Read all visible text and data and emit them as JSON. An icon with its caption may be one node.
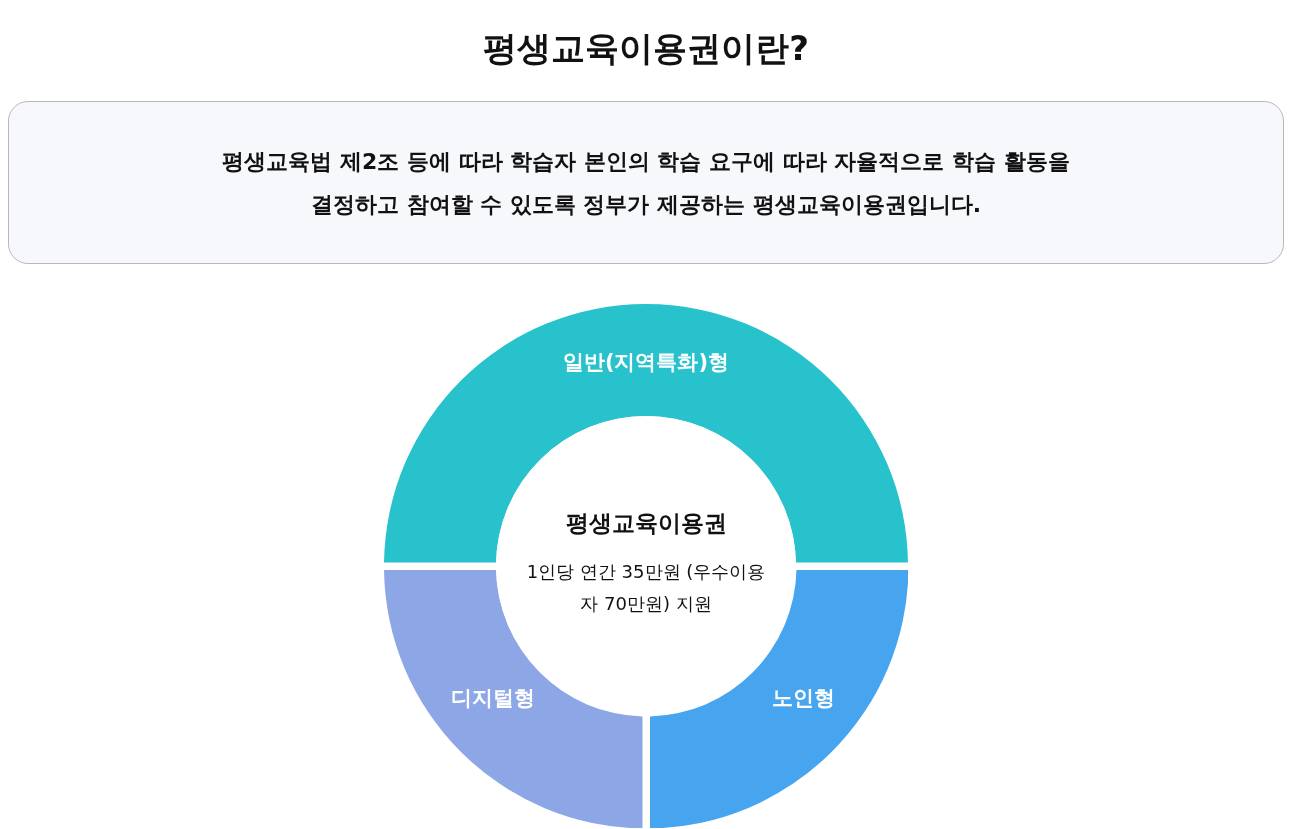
{
  "diagram": {
    "title": "평생교육이용권이란?",
    "nodes": [
      {
        "text": [
          "평생교육법 제2조 등에 따라 학습자 본인의 학습 요구에 따라 자율적으로 학습 활동을 결정하고 참여할 수 있도록 정부가 제공하는 평생교육이용권입니다."
        ]
      },
      {
        "text": [
          "일반(지역특화)형"
        ]
      },
      {
        "text": [
          "디지털형"
        ]
      },
      {
        "text": [
          "노인형"
        ]
      },
      {
        "text": [
          "평생교육이용권",
          "1인당 연간 35만원 (우수이용자 70만원) 지원"
        ]
      }
    ]
  }
}
